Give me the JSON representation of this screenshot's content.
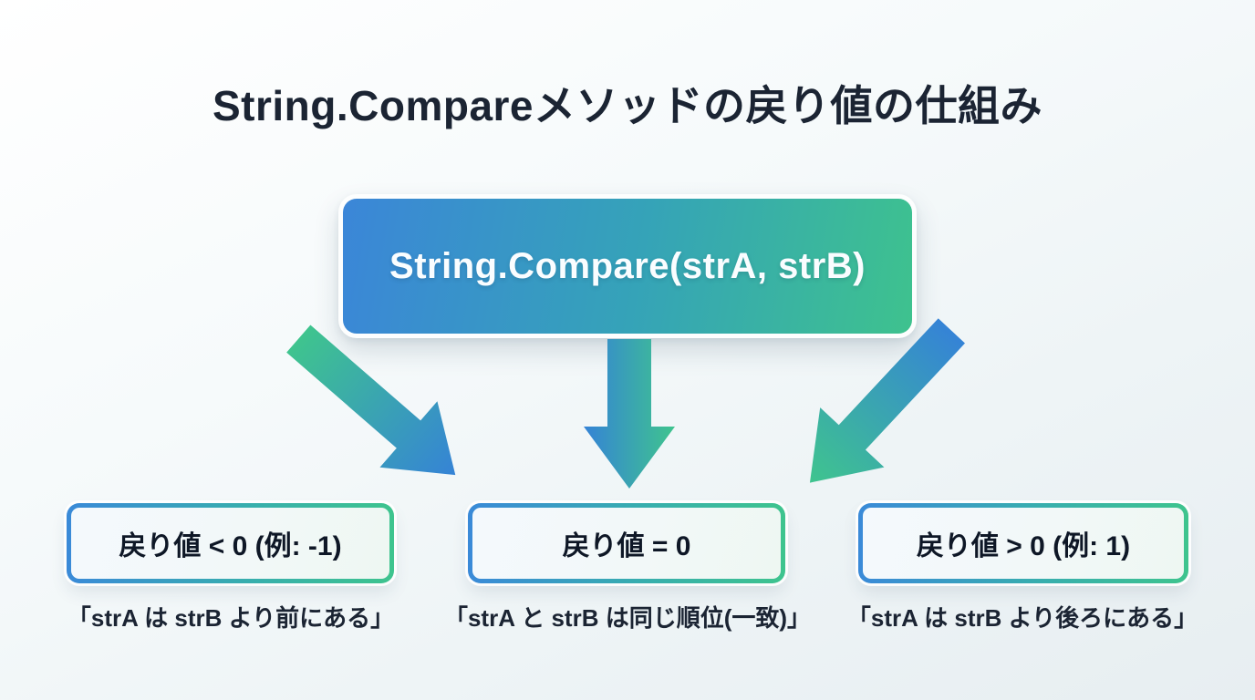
{
  "title": "String.Compareメソッドの戻り値の仕組み",
  "method_box": {
    "label": "String.Compare(strA, strB)"
  },
  "outcomes": [
    {
      "condition": "戻り値 < 0 (例: -1)",
      "caption": "「strA は strB より前にある」"
    },
    {
      "condition": "戻り値 = 0",
      "caption": "「strA と strB は同じ順位(一致)」"
    },
    {
      "condition": "戻り値 > 0 (例: 1)",
      "caption": "「strA は strB より後ろにある」"
    }
  ],
  "icons": {
    "arrow_left": "arrow-down-left-icon",
    "arrow_mid": "arrow-down-icon",
    "arrow_right": "arrow-down-right-icon"
  },
  "colors": {
    "accent_blue": "#3a8ad8",
    "accent_green": "#3ec48e",
    "title_text": "#1b2433",
    "box_text": "#0e1726",
    "method_text": "#fafdff",
    "background_light": "#ffffff",
    "background_shade": "#e7eef1"
  }
}
